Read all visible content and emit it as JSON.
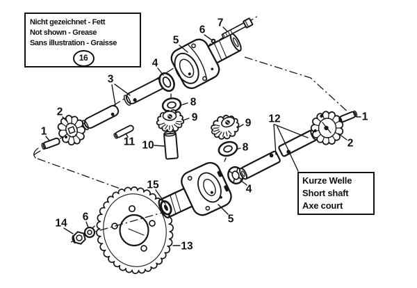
{
  "colors": {
    "ink": "#161616",
    "paper": "#ffffff"
  },
  "note_box": {
    "lines": [
      "Nicht gezeichnet - Fett",
      "Not shown - Grease",
      "Sans illustration - Graisse"
    ],
    "circled_number": "16"
  },
  "shaft_box": {
    "lines": [
      "Kurze Welle",
      "Short shaft",
      "Axe court"
    ]
  },
  "callouts": [
    {
      "text": "1",
      "part": "roll-pin-left"
    },
    {
      "text": "2",
      "part": "axle-bevel-gear-left"
    },
    {
      "text": "3",
      "part": "axle-shafts"
    },
    {
      "text": "11",
      "part": "drive-pin"
    },
    {
      "text": "4",
      "part": "thrust-washer-upper"
    },
    {
      "text": "5",
      "part": "bearing-housing-upper"
    },
    {
      "text": "6",
      "part": "screw-upper"
    },
    {
      "text": "7",
      "part": "hex-bolt"
    },
    {
      "text": "8",
      "part": "pinion-washer-upper"
    },
    {
      "text": "9",
      "part": "bevel-pinion-upper"
    },
    {
      "text": "10",
      "part": "pinion-shaft"
    },
    {
      "text": "9",
      "part": "bevel-pinion-right"
    },
    {
      "text": "8",
      "part": "pinion-washer-right"
    },
    {
      "text": "12",
      "part": "short-shafts"
    },
    {
      "text": "1",
      "part": "roll-pin-right"
    },
    {
      "text": "2",
      "part": "axle-bevel-gear-right"
    },
    {
      "text": "4",
      "part": "thrust-washer-lower"
    },
    {
      "text": "5",
      "part": "bearing-housing-lower"
    },
    {
      "text": "15",
      "part": "bearing"
    },
    {
      "text": "13",
      "part": "chain-sprocket"
    },
    {
      "text": "14",
      "part": "nut"
    },
    {
      "text": "6",
      "part": "lock-washer"
    }
  ]
}
